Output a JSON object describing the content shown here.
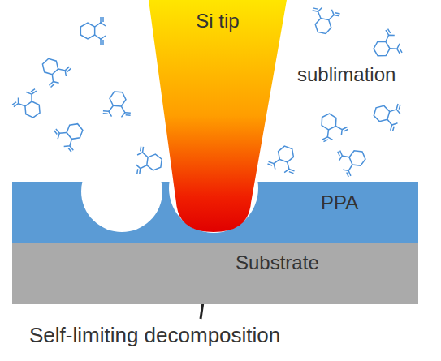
{
  "diagram": {
    "nodes": [
      {
        "text": [
          "Si tip"
        ]
      },
      {
        "text": [
          "PPA"
        ]
      },
      {
        "text": [
          "Substrate"
        ]
      }
    ],
    "labels": [
      "sublimation",
      "Self-limiting decomposition"
    ]
  }
}
